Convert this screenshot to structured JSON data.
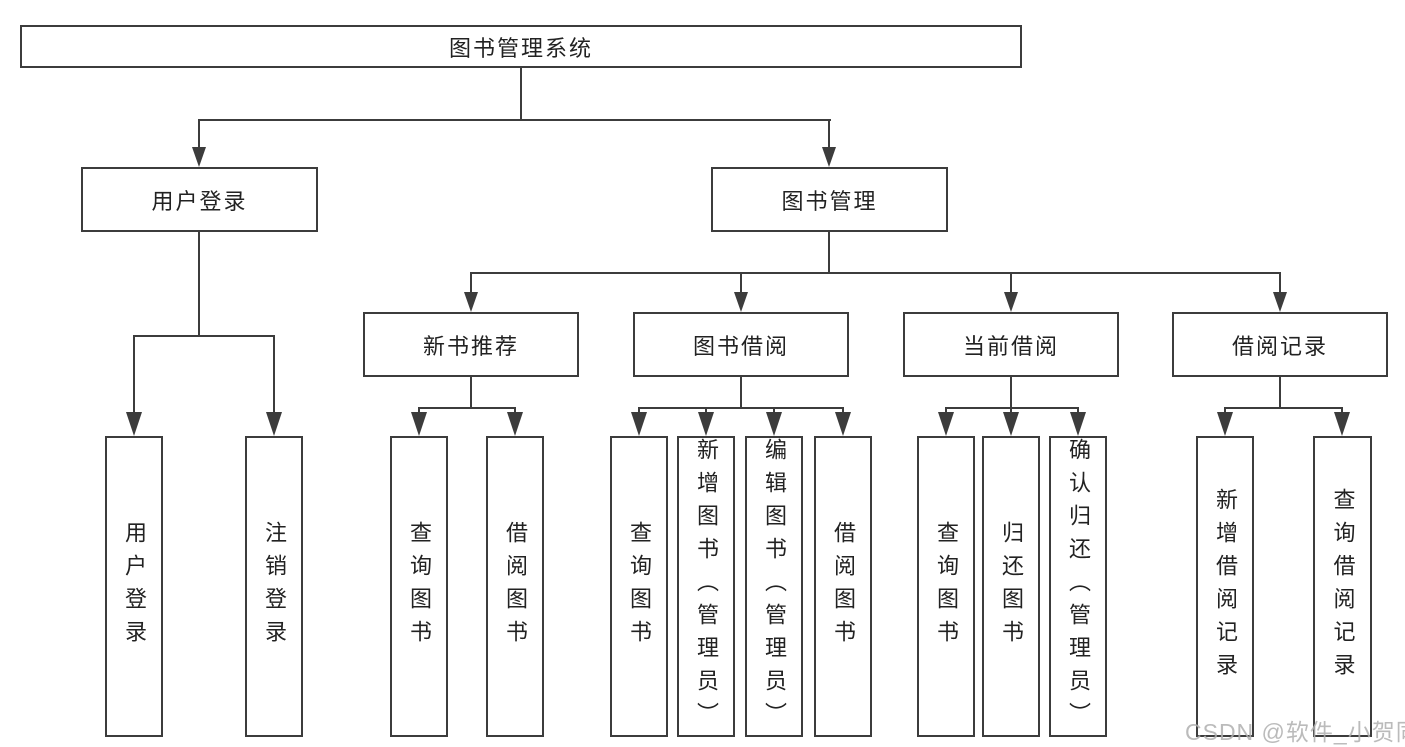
{
  "diagram": {
    "title": "图书管理系统",
    "root": {
      "label": "图书管理系统"
    },
    "level2": [
      {
        "label": "用户登录"
      },
      {
        "label": "图书管理"
      }
    ],
    "level3": [
      {
        "label": "新书推荐"
      },
      {
        "label": "图书借阅"
      },
      {
        "label": "当前借阅"
      },
      {
        "label": "借阅记录"
      }
    ],
    "leaves": {
      "user_login": [
        "用户登录",
        "注销登录"
      ],
      "new_books": [
        "查询图书",
        "借阅图书"
      ],
      "book_borrow": [
        "查询图书",
        "新增图书（管理员）",
        "编辑图书（管理员）",
        "借阅图书"
      ],
      "current_borrow": [
        "查询图书",
        "归还图书",
        "确认归还（管理员）"
      ],
      "borrow_records": [
        "新增借阅记录",
        "查询借阅记录"
      ]
    }
  },
  "watermark": {
    "text": "CSDN @软件_小贺同学"
  },
  "colors": {
    "line": "#3c3c3c",
    "text": "#222222",
    "background": "#ffffff",
    "watermark": "#afafaf"
  }
}
